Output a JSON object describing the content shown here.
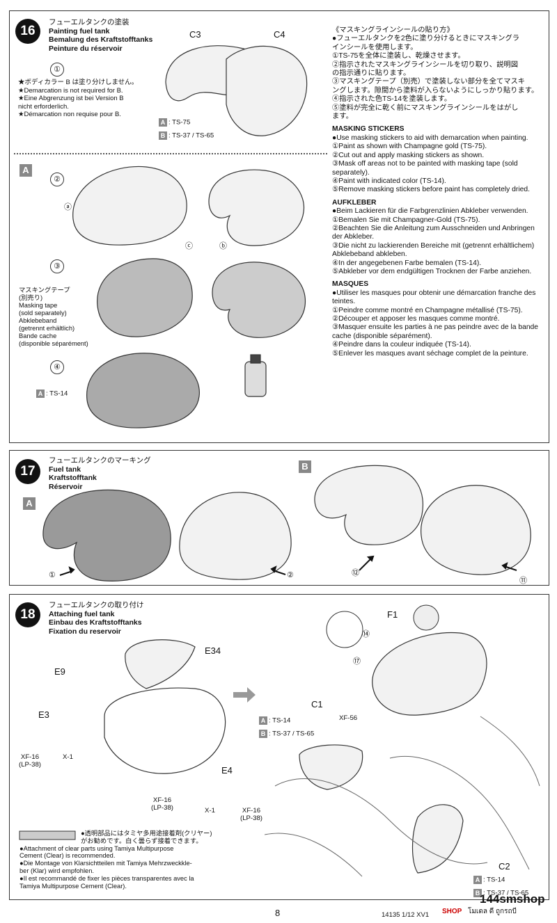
{
  "step16": {
    "number": "16",
    "title_jp": "フューエルタンクの塗装",
    "title_en": "Painting fuel tank",
    "title_de": "Bemalung des Kraftstofftanks",
    "title_fr": "Peinture du réservoir",
    "sub_num": "①",
    "notes": [
      "★ボディカラー B は塗り分けしません。",
      "★Demarcation is not required for B.",
      "★Eine Abgrenzung ist bei Version B",
      "nicht erforderlich.",
      "★Démarcation non requise pour B."
    ],
    "label_c3": "C3",
    "label_c4": "C4",
    "paint_a": "A",
    "paint_a_code": ": TS-75",
    "paint_b": "B",
    "paint_b_code": ": TS-37 / TS-65",
    "section_a": "A",
    "sub2": "②",
    "sub3": "③",
    "sub4": "④",
    "mark_a": "ⓐ",
    "mark_b": "ⓑ",
    "mark_c": "ⓒ",
    "masking_label": [
      "マスキングテープ",
      "(別売り)",
      "Masking tape",
      "(sold separately)",
      "Abklebeband",
      "(getrennt erhältlich)",
      "Bande cache",
      "(disponible séparément)"
    ],
    "paint_ts14_box": "A",
    "paint_ts14": ": TS-14"
  },
  "instructions": {
    "jp_heading": "《マスキングラインシールの貼り方》",
    "jp_lines": [
      "●フューエルタンクを2色に塗り分けるときにマスキングラ",
      "インシールを使用します。",
      "①TS-75を全体に塗装し、乾燥させます。",
      "②指示されたマスキングラインシールを切り取り、説明図",
      "の指示通りに貼ります。",
      "③マスキングテープ（別売）で塗装しない部分を全てマスキ",
      "ングします。隙間から塗料が入らないようにしっかり貼ります。",
      "④指示された色TS-14を塗装します。",
      "⑤塗料が完全に乾く前にマスキングラインシールをはがし",
      "ます。"
    ],
    "en_heading": "MASKING STICKERS",
    "en_lines": [
      "●Use masking stickers to aid with demarcation when painting.",
      "①Paint as shown with Champagne gold (TS-75).",
      "②Cut out and apply masking stickers as shown.",
      "③Mask off areas not to be painted with masking tape (sold separately).",
      "④Paint with indicated color (TS-14).",
      "⑤Remove masking stickers before paint has completely dried."
    ],
    "de_heading": "AUFKLEBER",
    "de_lines": [
      "●Beim Lackieren für die Farbgrenzlinien Abkleber verwenden.",
      "①Bemalen Sie mit Champagner-Gold (TS-75).",
      "②Beachten Sie die Anleitung zum Ausschneiden und Anbringen der Abkleber.",
      "③Die nicht zu lackierenden Bereiche mit (getrennt erhältlichem) Abklebeband abkleben.",
      "④In der angegebenen Farbe bemalen (TS-14).",
      "⑤Abkleber vor dem endgültigen Trocknen der Farbe anziehen."
    ],
    "fr_heading": "MASQUES",
    "fr_lines": [
      "●Utiliser les masques pour obtenir une démarcation franche des teintes.",
      "①Peindre comme montré en Champagne métallisé (TS-75).",
      "②Découper et apposer les masques comme montré.",
      "③Masquer ensuite les parties à ne pas peindre avec de la bande cache (disponible séparément).",
      "④Peindre dans la couleur indiquée (TS-14).",
      "⑤Enlever les masques avant séchage complet de la peinture."
    ]
  },
  "step17": {
    "number": "17",
    "title_jp": "フューエルタンクのマーキング",
    "title_en": "Fuel tank",
    "title_de": "Kraftstofftank",
    "title_fr": "Réservoir",
    "section_a": "A",
    "section_b": "B",
    "decal_1": "①",
    "decal_2": "②",
    "decal_12": "⑫",
    "decal_11": "⑪"
  },
  "step18": {
    "number": "18",
    "title_jp": "フューエルタンクの取り付け",
    "title_en": "Attaching fuel tank",
    "title_de": "Einbau des Kraftstofftanks",
    "title_fr": "Fixation du reservoir",
    "label_e34": "E34",
    "label_e9": "E9",
    "label_e3": "E3",
    "label_e4": "E4",
    "label_f1": "F1",
    "label_c1": "C1",
    "label_c2": "C2",
    "paint_xf16": "XF-16",
    "paint_lp38": "(LP-38)",
    "paint_x1": "X-1",
    "paint_xf56": "XF-56",
    "decal_14": "⑭",
    "decal_17": "⑰",
    "box_a": "A",
    "box_b": "B",
    "code_a": ": TS-14",
    "code_b": ": TS-37 / TS-65",
    "c2_code_a": ": TS-14",
    "c2_code_b": ": TS-37 / TS-65",
    "cement_lines": [
      "●透明部品にはタミヤ多用途接着剤(クリヤー)",
      "がお勧めです。白く曇らず接着できます。",
      "●Attachment of clear parts using Tamiya Multipurpose",
      "Cement (Clear) is recommended.",
      "●Die Montage von Klarsichtteilen mit Tamiya Mehrzweckkle-",
      "ber (Klar) wird empfohlen.",
      "●Il est recommandé de fixer les pièces transparentes avec la",
      "Tamiya Multipurpose Cement (Clear)."
    ]
  },
  "footer": {
    "page": "8",
    "code": "14135  1/12 XV1",
    "watermark_shop": "144smshop",
    "watermark_sub": "SHOP",
    "watermark_thai": "โมเดล ดี ถูกรถบี"
  }
}
